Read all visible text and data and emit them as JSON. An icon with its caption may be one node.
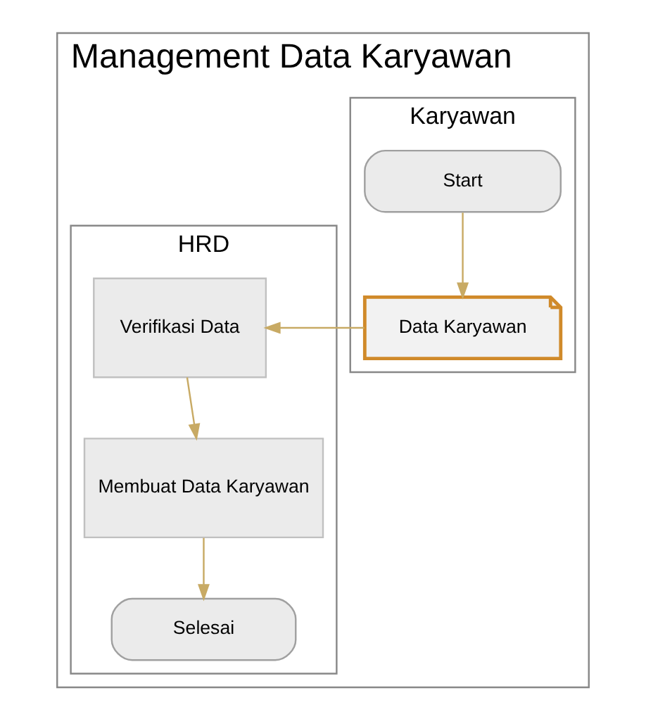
{
  "diagram": {
    "nodes": [
      {
        "text": [
          "Management Data Karyawan"
        ]
      },
      {
        "text": [
          "Karyawan"
        ],
        "in": 0
      },
      {
        "text": [
          "HRD"
        ],
        "in": 0
      },
      {
        "text": [
          "Start"
        ],
        "in": 1
      },
      {
        "text": [
          "Data Karyawan"
        ],
        "in": 1
      },
      {
        "text": [
          "Verifikasi Data"
        ],
        "in": 2
      },
      {
        "text": [
          "Membuat Data Karyawan"
        ],
        "in": 2
      },
      {
        "text": [
          "Selesai"
        ],
        "in": 2
      }
    ],
    "edges": [
      {
        "from": 3,
        "to": 4,
        "arrow": "to"
      },
      {
        "from": 4,
        "to": 5,
        "arrow": "to"
      },
      {
        "from": 5,
        "to": 6,
        "arrow": "to"
      },
      {
        "from": 6,
        "to": 7,
        "arrow": "to"
      }
    ]
  }
}
